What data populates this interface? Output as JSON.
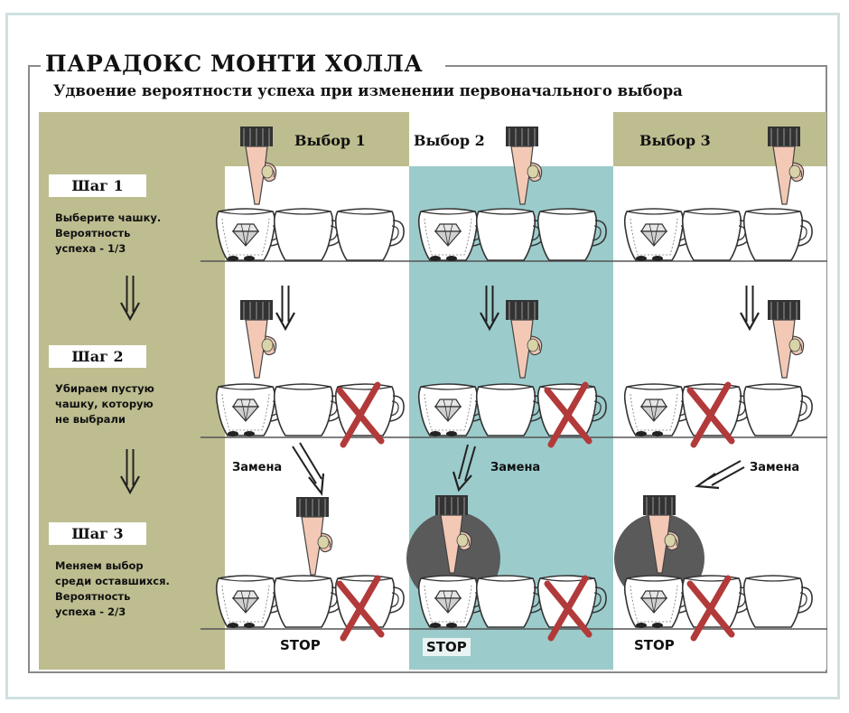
{
  "header": {
    "title": "ПАРАДОКС МОНТИ ХОЛЛА",
    "subtitle": "Удвоение вероятности успеха при изменении первоначального выбора"
  },
  "columns": [
    {
      "label": "Выбор 1"
    },
    {
      "label": "Выбор 2"
    },
    {
      "label": "Выбор 3"
    }
  ],
  "steps": [
    {
      "title": "Шаг 1",
      "text": "Выберите чашку.\nВероятность\nуспеха - 1/3"
    },
    {
      "title": "Шаг 2",
      "text": "Убираем пустую\nчашку, которую\nне выбрали"
    },
    {
      "title": "Шаг 3",
      "text": "Меняем выбор\nсреди оставшихся.\nВероятность\nуспеха - 2/3"
    }
  ],
  "swap_label": "Замена",
  "stop_label": "STOP",
  "colors": {
    "sidebar": "#bebd90",
    "highlight_column": "#9ccbcb",
    "cross": "#b23a3a",
    "frame": "#cfe1e0"
  }
}
